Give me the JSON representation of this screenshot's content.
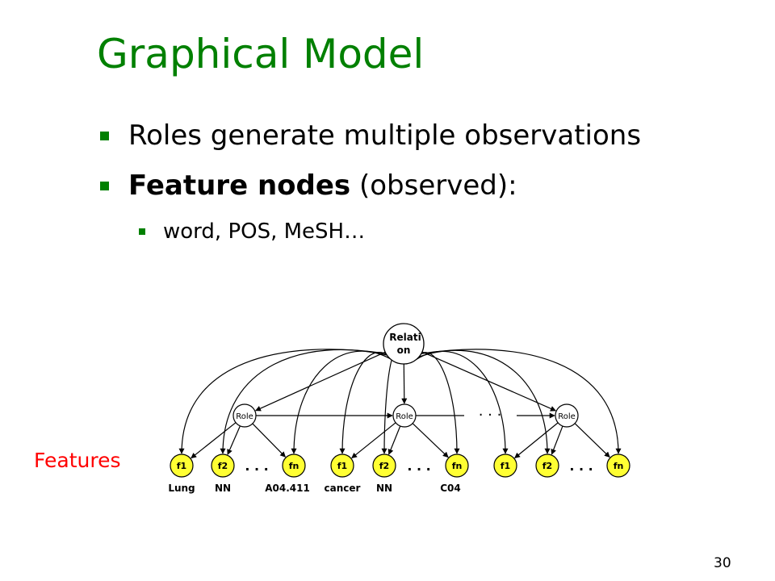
{
  "slide": {
    "title": "Graphical Model",
    "bullets": [
      {
        "text": "Roles generate multiple observations"
      },
      {
        "bold": "Feature nodes",
        "rest": " (observed):"
      }
    ],
    "sub_bullets": [
      {
        "text": "word, POS, MeSH…"
      }
    ],
    "features_label": "Features",
    "page_number": "30"
  },
  "diagram": {
    "relation_node": {
      "line1": "Relati",
      "line2": "on"
    },
    "role_label": "Role",
    "ellipsis": ". . .",
    "groups": [
      {
        "features": [
          "f1",
          "f2",
          "fn"
        ],
        "words": [
          "Lung",
          "NN",
          "A04.411"
        ]
      },
      {
        "features": [
          "f1",
          "f2",
          "fn"
        ],
        "words": [
          "cancer",
          "NN",
          "C04"
        ]
      },
      {
        "features": [
          "f1",
          "f2",
          "fn"
        ],
        "words": [
          "",
          "",
          ""
        ]
      }
    ]
  },
  "colors": {
    "title": "#008000",
    "bullet": "#008000",
    "features_label": "#ff0000",
    "feature_node": "#ffff33",
    "role_node": "#ffffff"
  }
}
